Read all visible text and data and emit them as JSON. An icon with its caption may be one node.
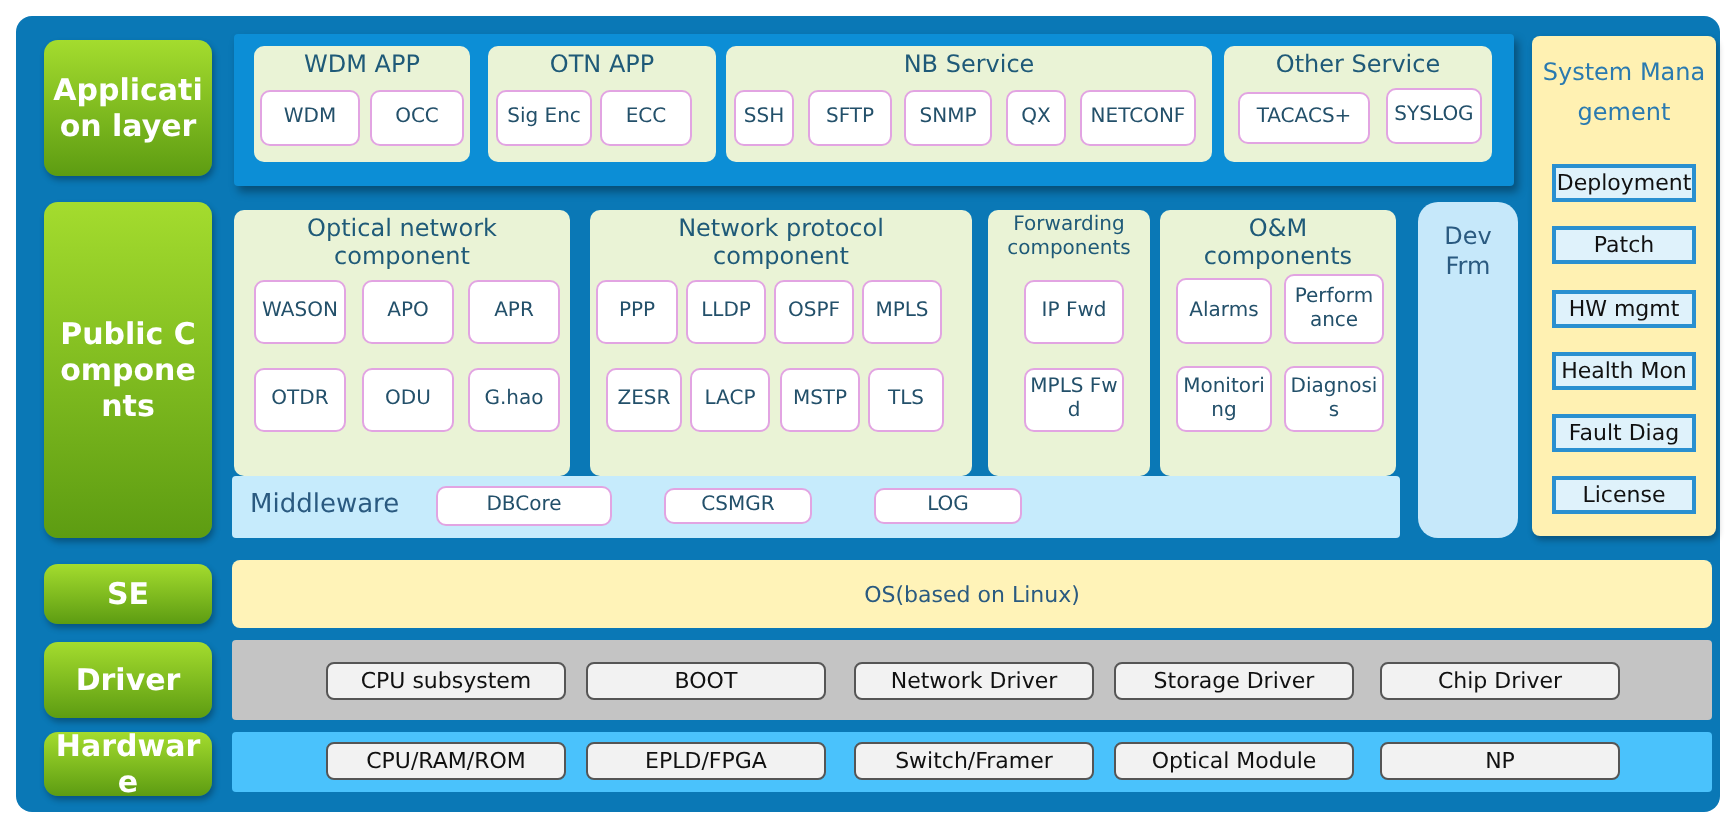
{
  "diagram": {
    "nodes": [
      {
        "text": [
          "Application layer"
        ]
      },
      {
        "text": [],
        "shape": "box"
      },
      {
        "text": [
          "WDM APP"
        ],
        "in": 1
      },
      {
        "text": [
          "WDM"
        ],
        "in": 2
      },
      {
        "text": [
          "OCC"
        ],
        "in": 2
      },
      {
        "text": [
          "OTN APP"
        ],
        "in": 1
      },
      {
        "text": [
          "Sig Enc"
        ],
        "in": 5
      },
      {
        "text": [
          "ECC"
        ],
        "in": 5
      },
      {
        "text": [
          "NB Service"
        ],
        "in": 1
      },
      {
        "text": [
          "SSH"
        ],
        "in": 8
      },
      {
        "text": [
          "SFTP"
        ],
        "in": 8
      },
      {
        "text": [
          "SNMP"
        ],
        "in": 8
      },
      {
        "text": [
          "QX"
        ],
        "in": 8
      },
      {
        "text": [
          "NETCONF"
        ],
        "in": 8
      },
      {
        "text": [
          "Other Service"
        ],
        "in": 1
      },
      {
        "text": [
          "TACACS+"
        ],
        "in": 14
      },
      {
        "text": [
          "SYSLOG"
        ],
        "in": 14
      },
      {
        "text": [
          "System Management"
        ]
      },
      {
        "text": [
          "Deployment"
        ],
        "in": 17
      },
      {
        "text": [
          "Patch"
        ],
        "in": 17
      },
      {
        "text": [
          "HW mgmt"
        ],
        "in": 17
      },
      {
        "text": [
          "Health Mon"
        ],
        "in": 17
      },
      {
        "text": [
          "Fault Diag"
        ],
        "in": 17
      },
      {
        "text": [
          "License"
        ],
        "in": 17
      },
      {
        "text": [
          "Public Components"
        ]
      },
      {
        "text": [
          "Optical network component"
        ]
      },
      {
        "text": [
          "WASON"
        ],
        "in": 25
      },
      {
        "text": [
          "APO"
        ],
        "in": 25
      },
      {
        "text": [
          "APR"
        ],
        "in": 25
      },
      {
        "text": [
          "OTDR"
        ],
        "in": 25
      },
      {
        "text": [
          "ODU"
        ],
        "in": 25
      },
      {
        "text": [
          "G.hao"
        ],
        "in": 25
      },
      {
        "text": [
          "Network protocol component"
        ]
      },
      {
        "text": [
          "PPP"
        ],
        "in": 32
      },
      {
        "text": [
          "LLDP"
        ],
        "in": 32
      },
      {
        "text": [
          "OSPF"
        ],
        "in": 32
      },
      {
        "text": [
          "MPLS"
        ],
        "in": 32
      },
      {
        "text": [
          "ZESR"
        ],
        "in": 32
      },
      {
        "text": [
          "LACP"
        ],
        "in": 32
      },
      {
        "text": [
          "MSTP"
        ],
        "in": 32
      },
      {
        "text": [
          "TLS"
        ],
        "in": 32
      },
      {
        "text": [
          "Forwarding components"
        ]
      },
      {
        "text": [
          "IP Fwd"
        ],
        "in": 41
      },
      {
        "text": [
          "MPLS Fwd"
        ],
        "in": 41
      },
      {
        "text": [
          "O&M components"
        ]
      },
      {
        "text": [
          "Alarms"
        ],
        "in": 44
      },
      {
        "text": [
          "Performance"
        ],
        "in": 44
      },
      {
        "text": [
          "Monitoring"
        ],
        "in": 44
      },
      {
        "text": [
          "Diagnosis"
        ],
        "in": 44
      },
      {
        "text": [
          "Dev Frm"
        ]
      },
      {
        "text": [
          "Middleware"
        ]
      },
      {
        "text": [
          "DBCore"
        ],
        "in": 50
      },
      {
        "text": [
          "CSMGR"
        ],
        "in": 50
      },
      {
        "text": [
          "LOG"
        ],
        "in": 50
      },
      {
        "text": [
          "SE"
        ]
      },
      {
        "text": [
          "OS(based on Linux)"
        ]
      },
      {
        "text": [
          "Driver"
        ]
      },
      {
        "text": [],
        "shape": "box"
      },
      {
        "text": [
          "CPU subsystem"
        ],
        "in": 57
      },
      {
        "text": [
          "BOOT"
        ],
        "in": 57
      },
      {
        "text": [
          "Network Driver"
        ],
        "in": 57
      },
      {
        "text": [
          "Storage Driver"
        ],
        "in": 57
      },
      {
        "text": [
          "Chip Driver"
        ],
        "in": 57
      },
      {
        "text": [
          "Hardware"
        ]
      },
      {
        "text": [],
        "shape": "box"
      },
      {
        "text": [
          "CPU/RAM/ROM"
        ],
        "in": 64
      },
      {
        "text": [
          "EPLD/FPGA"
        ],
        "in": 64
      },
      {
        "text": [
          "Switch/Framer"
        ],
        "in": 64
      },
      {
        "text": [
          "Optical Module"
        ],
        "in": 64
      },
      {
        "text": [
          "NP"
        ],
        "in": 64
      }
    ]
  }
}
